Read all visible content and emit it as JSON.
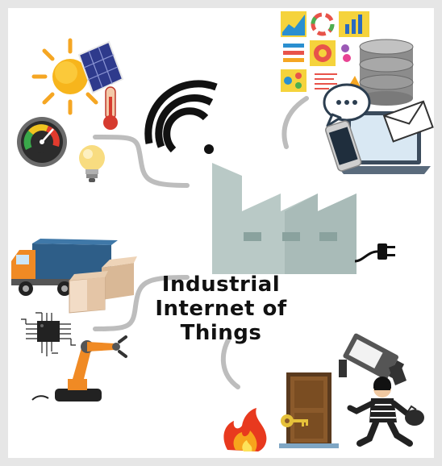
{
  "title": {
    "line1": "Industrial",
    "line2": "Internet of",
    "line3": "Things"
  },
  "colors": {
    "background": "#e6e6e6",
    "factory": "#b9c9c6",
    "factory_shade": "#a9bbb8",
    "connector": "#bdbdbd",
    "dark": "#111111"
  },
  "icons": [
    "sun-icon",
    "solar-panel-icon",
    "thermometer-icon",
    "gauge-icon",
    "light-bulb-icon",
    "wifi-icon",
    "infographic-icon",
    "database-icon",
    "chat-bubble-icon",
    "envelope-icon",
    "smartphone-icon",
    "laptop-icon",
    "factory-icon",
    "power-plug-icon",
    "delivery-truck-icon",
    "cardboard-box-icon",
    "microchip-icon",
    "robotic-arm-icon",
    "security-camera-icon",
    "door-icon",
    "key-icon",
    "fire-icon",
    "burglar-icon"
  ]
}
